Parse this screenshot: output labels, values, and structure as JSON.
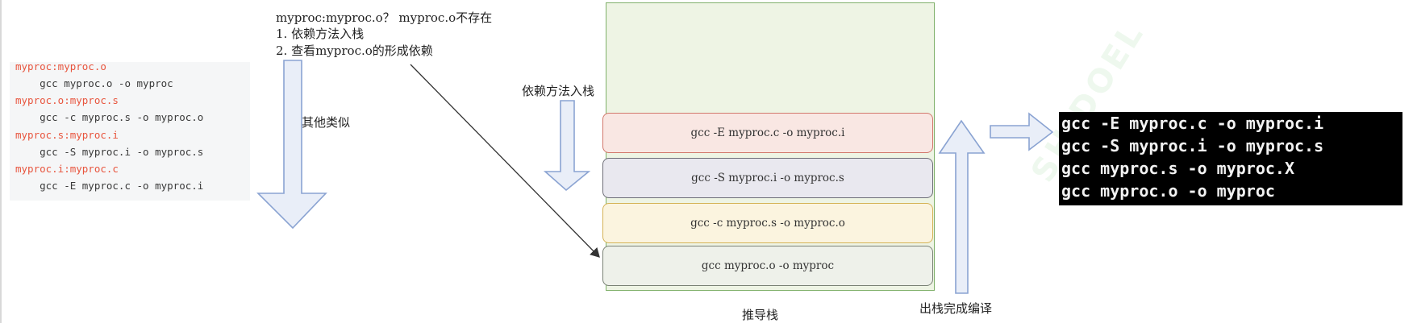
{
  "makefile": {
    "lines": [
      {
        "kind": "target",
        "text": "myproc:myproc.o"
      },
      {
        "kind": "cmd",
        "text": "    gcc myproc.o -o myproc"
      },
      {
        "kind": "target",
        "text": "myproc.o:myproc.s"
      },
      {
        "kind": "cmd",
        "text": "    gcc -c myproc.s -o myproc.o"
      },
      {
        "kind": "target",
        "text": "myproc.s:myproc.i"
      },
      {
        "kind": "cmd",
        "text": "    gcc -S myproc.i -o myproc.s"
      },
      {
        "kind": "target",
        "text": "myproc.i:myproc.c"
      },
      {
        "kind": "cmd",
        "text": "    gcc -E myproc.c -o myproc.i"
      }
    ],
    "target_color": "#e8553e"
  },
  "notes": {
    "line1": "myproc:myproc.o？ myproc.o不存在",
    "line2": "1. 依赖方法入栈",
    "line3": "2. 查看myproc.o的形成依赖",
    "others_similar": "其他类似",
    "push_label": "依赖方法入栈",
    "stack_label": "推导栈",
    "pop_label": "出栈完成编译"
  },
  "stack": {
    "layers": [
      "gcc -E myproc.c -o myproc.i",
      "gcc -S myproc.i -o myproc.s",
      "gcc -c myproc.s -o myproc.o",
      "gcc myproc.o -o myproc"
    ]
  },
  "terminal": {
    "lines": [
      "gcc -E myproc.c -o myproc.i",
      "gcc -S myproc.i -o myproc.s",
      "gcc myproc.s -o myproc.X",
      "gcc myproc.o -o myproc"
    ]
  },
  "colors": {
    "arrow_fill": "#e9eef8",
    "arrow_stroke": "#8aa3d2",
    "stack_border": "#7fb06a"
  }
}
